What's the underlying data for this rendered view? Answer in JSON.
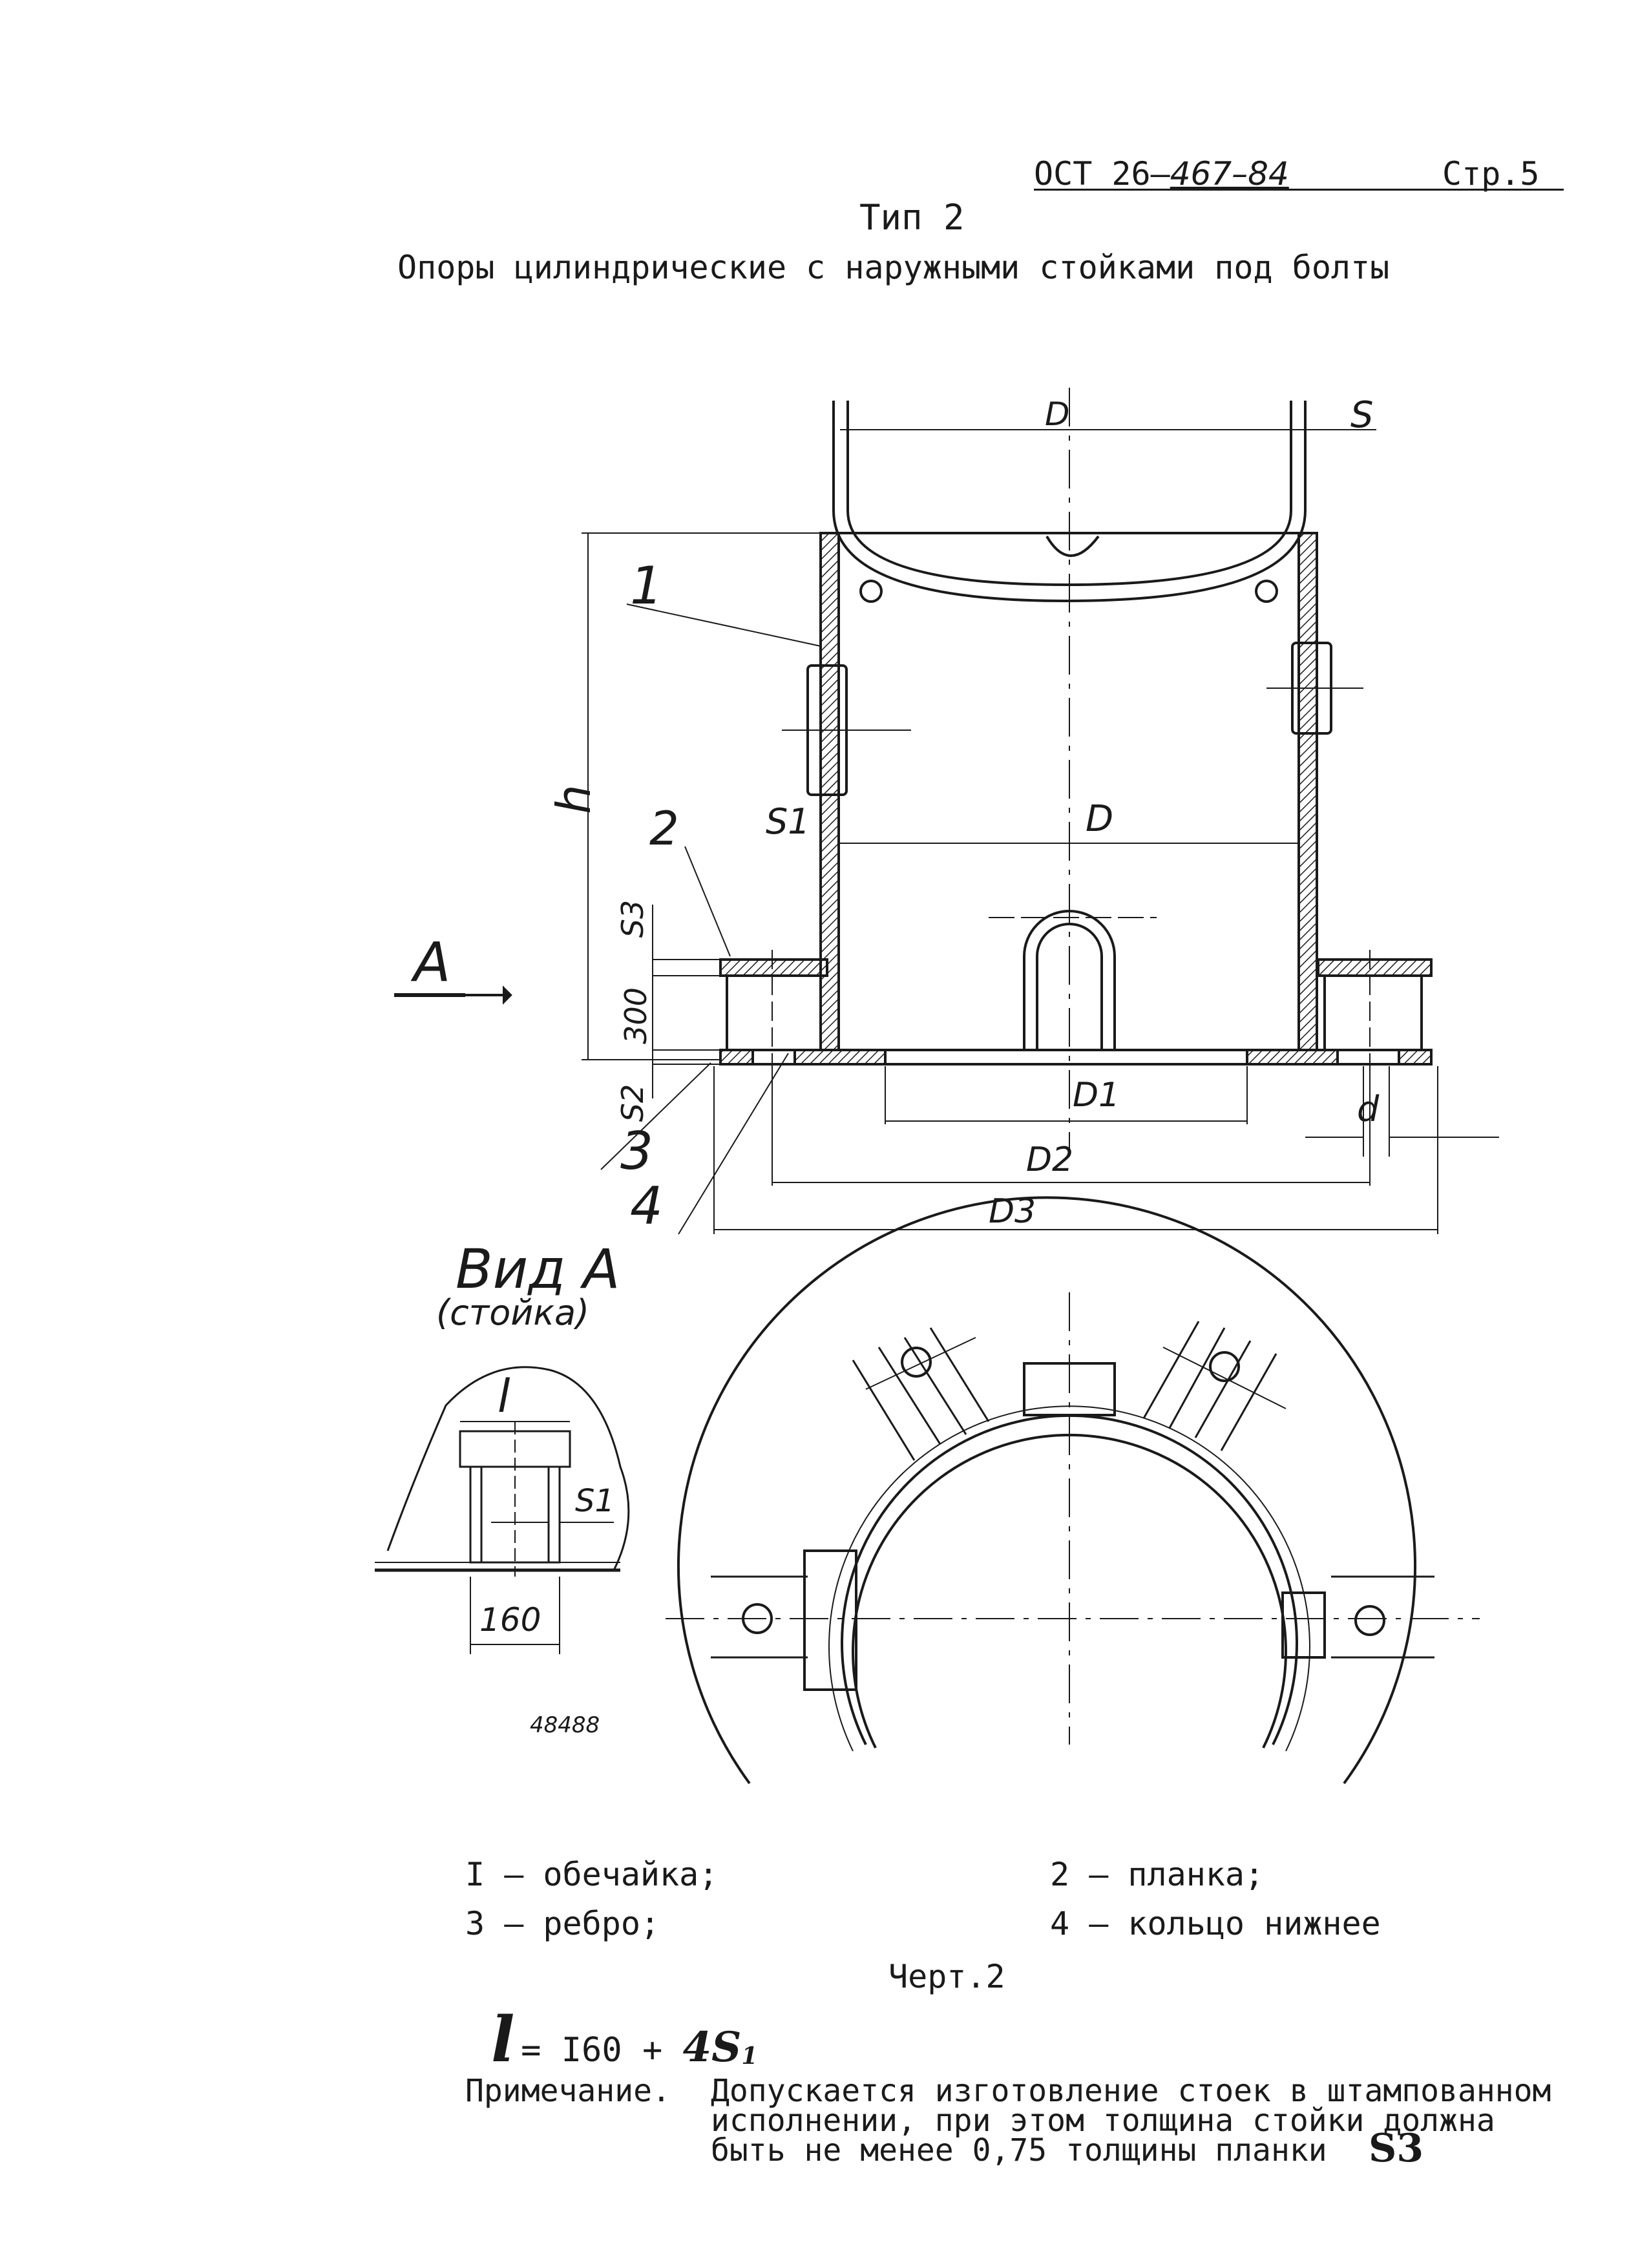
{
  "header": {
    "doc_code_prefix": "ОСТ 26–",
    "doc_code_number": "467–84",
    "page": "Стр.5",
    "type_title": "Тип  2",
    "subtitle": "Опоры цилиндрические с наружными стойками под болты"
  },
  "drawing": {
    "top_diameter_label": "D",
    "shell_thickness_label": "S",
    "middle_diameter_label": "D",
    "height_label": "h",
    "s1_label": "S1",
    "s2_label": "S2",
    "s3_label": "S3",
    "dim_300": "300",
    "d1_label": "D1",
    "d2_label": "D2",
    "d3_label": "D3",
    "hole_label": "d",
    "view_arrow_label": "A",
    "callout_1": "1",
    "callout_2": "2",
    "callout_3": "3",
    "callout_4": "4",
    "view_title": "Вид А",
    "view_subtitle": "(стойка)",
    "view_l_label": "l",
    "view_s1_label": "S1",
    "view_160_label": "160",
    "stamp_number": "48488"
  },
  "legend": [
    "I – обечайка;",
    "2 – планка;",
    "3 – ребро;",
    "4 – кольцо нижнее"
  ],
  "drawing_no": "Черт.2",
  "formula": {
    "lhs": "l",
    "rhs": "= I60 + ",
    "term": "4S",
    "term_sub": "1"
  },
  "note": {
    "label": "Примечание.",
    "line_1": "Допускается изготовление стоек в штампованном",
    "line_2": "исполнении, при этом толщина стойки должна",
    "line_3": "быть не менее 0,75 толщины планки",
    "symbol": "S3"
  }
}
